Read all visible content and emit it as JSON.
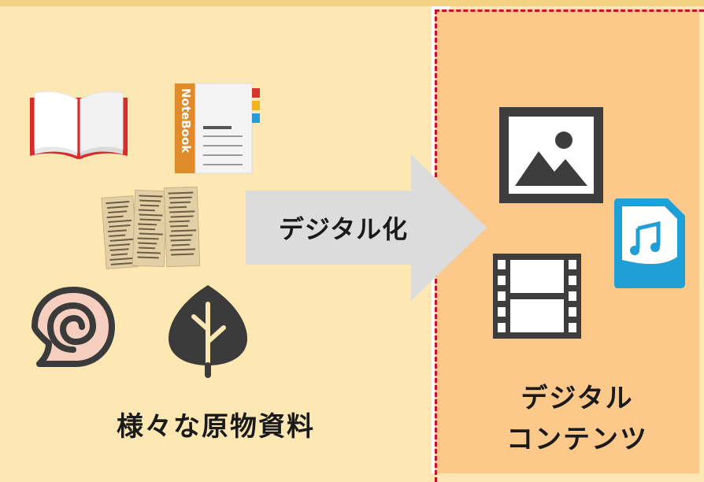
{
  "diagram": {
    "arrow_label": "デジタル化",
    "left_caption": "様々な原物資料",
    "right_caption_line1": "デジタル",
    "right_caption_line2": "コンテンツ",
    "notebook_label": "NoteBook"
  },
  "colors": {
    "left_background": "#fde8b4",
    "right_background": "#fcc98a",
    "dashed_border": "#c8102e",
    "arrow": "#dcdcdc",
    "icon_dark": "#3d3d3d",
    "audio_blue": "#1e9fd6"
  },
  "icons": {
    "left": [
      "open-book-icon",
      "notebook-icon",
      "old-document-icon",
      "spiral-shell-icon",
      "leaf-icon"
    ],
    "right": [
      "image-icon",
      "audio-file-icon",
      "film-icon"
    ]
  }
}
